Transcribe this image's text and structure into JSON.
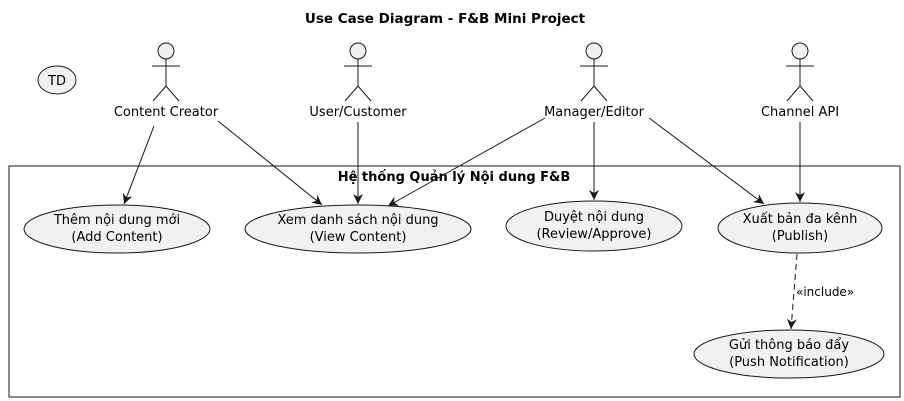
{
  "title": "Use Case Diagram - F&B Mini Project",
  "td_node": "TD",
  "system": {
    "name": "Hệ thống Quản lý Nội dung F&B"
  },
  "actors": {
    "content_creator": "Content Creator",
    "user_customer": "User/Customer",
    "manager_editor": "Manager/Editor",
    "channel_api": "Channel API"
  },
  "use_cases": {
    "add_content": {
      "line1": "Thêm nội dung mới",
      "line2": "(Add Content)"
    },
    "view_content": {
      "line1": "Xem danh sách nội dung",
      "line2": "(View Content)"
    },
    "review": {
      "line1": "Duyệt nội dung",
      "line2": "(Review/Approve)"
    },
    "publish": {
      "line1": "Xuất bản đa kênh",
      "line2": "(Publish)"
    },
    "push": {
      "line1": "Gửi thông báo đẩy",
      "line2": "(Push Notification)"
    }
  },
  "relations": {
    "include_label": "«include»"
  },
  "colors": {
    "usecase_fill": "#f1f1f1",
    "stroke": "#181818",
    "background": "#ffffff"
  }
}
